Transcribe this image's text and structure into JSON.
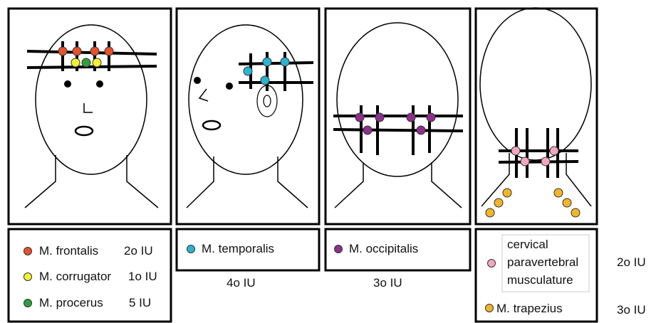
{
  "colors": {
    "frontalis": "#e8512a",
    "corrugator": "#f5f230",
    "procerus": "#2e9e3e",
    "temporalis": "#27b6d2",
    "occipitalis": "#8e2f8c",
    "cervical": "#f4a6c0",
    "trapezius": "#f1b52a"
  },
  "legend": {
    "frontalis": "M. frontalis",
    "frontalis_dose": "2o IU",
    "corrugator": "M. corrugator",
    "corrugator_dose": "1o IU",
    "procerus": "M. procerus",
    "procerus_dose": "5 IU",
    "temporalis": "M. temporalis",
    "temporalis_dose": "4o IU",
    "occipitalis": "M. occipitalis",
    "occipitalis_dose": "3o IU",
    "cervical_line1": "cervical",
    "cervical_line2": "paravertebral",
    "cervical_line3": "musculature",
    "cervical_dose": "2o IU",
    "trapezius": "M. trapezius",
    "trapezius_dose": "3o IU"
  }
}
